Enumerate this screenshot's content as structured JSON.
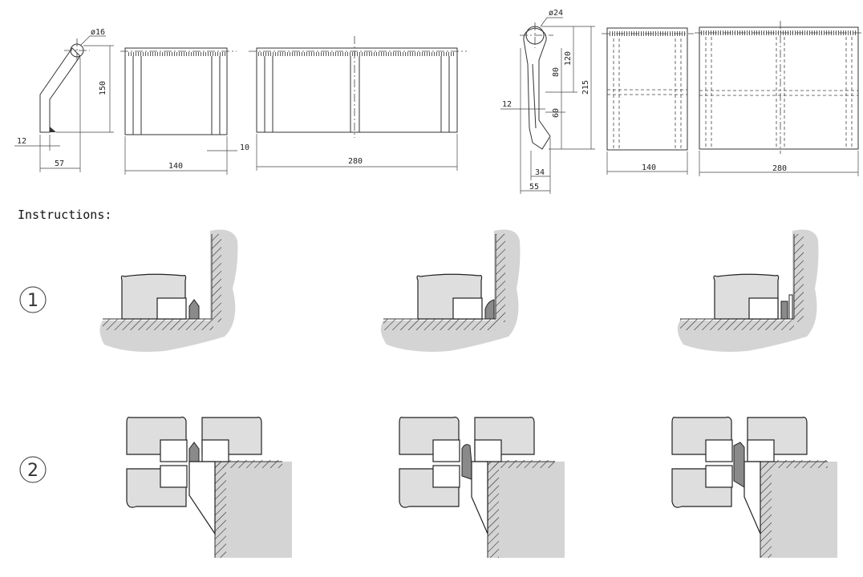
{
  "title": "Instructions:",
  "step_labels": [
    "1",
    "2"
  ],
  "profile_small": {
    "dims": {
      "diameter": "ø16",
      "height": "150",
      "thickness": "12",
      "width": "57",
      "length_short": "140",
      "offset": "10",
      "length_long": "280"
    }
  },
  "profile_large": {
    "dims": {
      "diameter": "ø24",
      "upper": "120",
      "mid": "80",
      "lower": "60",
      "total": "215",
      "thickness": "12",
      "inner_width": "34",
      "width": "55",
      "length_short": "140",
      "length_long": "280"
    }
  },
  "colors": {
    "block": "#dedede",
    "ground": "#d4d4d4",
    "profile": "#8a8a8a",
    "line": "#222222"
  }
}
